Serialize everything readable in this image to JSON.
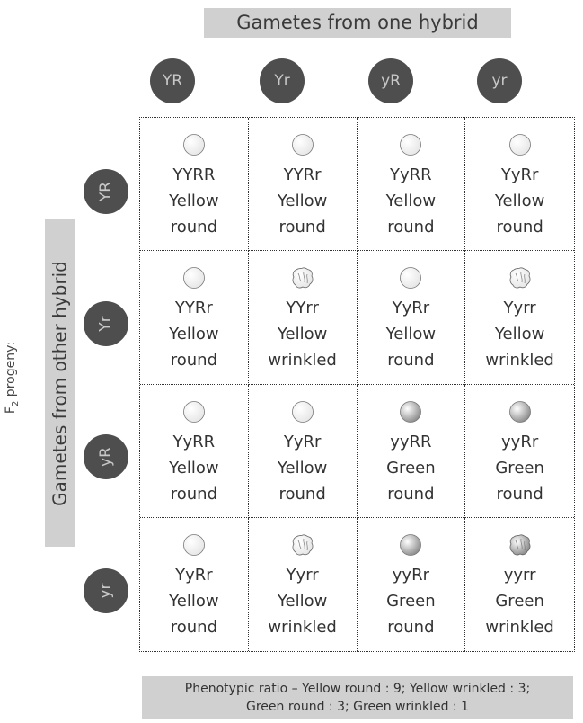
{
  "top_title": "Gametes from one hybrid",
  "side_title": "Gametes from other hybrid",
  "progeny_label": {
    "text": "F",
    "sub": "2",
    "suffix": " progeny:"
  },
  "column_gametes": [
    "YR",
    "Yr",
    "yR",
    "yr"
  ],
  "row_gametes": [
    "YR",
    "Yr",
    "yR",
    "yr"
  ],
  "colors": {
    "yellow_seed": "#e6e6e6",
    "green_seed": "#8a8a8a",
    "gamete_bg": "#4e4e4e",
    "banner_bg": "#d0d0d0"
  },
  "grid": [
    [
      {
        "genotype": "YYRR",
        "color": "Yellow",
        "shape": "round"
      },
      {
        "genotype": "YYRr",
        "color": "Yellow",
        "shape": "round"
      },
      {
        "genotype": "YyRR",
        "color": "Yellow",
        "shape": "round"
      },
      {
        "genotype": "YyRr",
        "color": "Yellow",
        "shape": "round"
      }
    ],
    [
      {
        "genotype": "YYRr",
        "color": "Yellow",
        "shape": "round"
      },
      {
        "genotype": "YYrr",
        "color": "Yellow",
        "shape": "wrinkled"
      },
      {
        "genotype": "YyRr",
        "color": "Yellow",
        "shape": "round"
      },
      {
        "genotype": "Yyrr",
        "color": "Yellow",
        "shape": "wrinkled"
      }
    ],
    [
      {
        "genotype": "YyRR",
        "color": "Yellow",
        "shape": "round"
      },
      {
        "genotype": "YyRr",
        "color": "Yellow",
        "shape": "round"
      },
      {
        "genotype": "yyRR",
        "color": "Green",
        "shape": "round"
      },
      {
        "genotype": "yyRr",
        "color": "Green",
        "shape": "round"
      }
    ],
    [
      {
        "genotype": "YyRr",
        "color": "Yellow",
        "shape": "round"
      },
      {
        "genotype": "Yyrr",
        "color": "Yellow",
        "shape": "wrinkled"
      },
      {
        "genotype": "yyRr",
        "color": "Green",
        "shape": "round"
      },
      {
        "genotype": "yyrr",
        "color": "Green",
        "shape": "wrinkled"
      }
    ]
  ],
  "ratio_line1": "Phenotypic ratio – Yellow round : 9; Yellow wrinkled : 3;",
  "ratio_line2": "Green round : 3; Green wrinkled : 1"
}
